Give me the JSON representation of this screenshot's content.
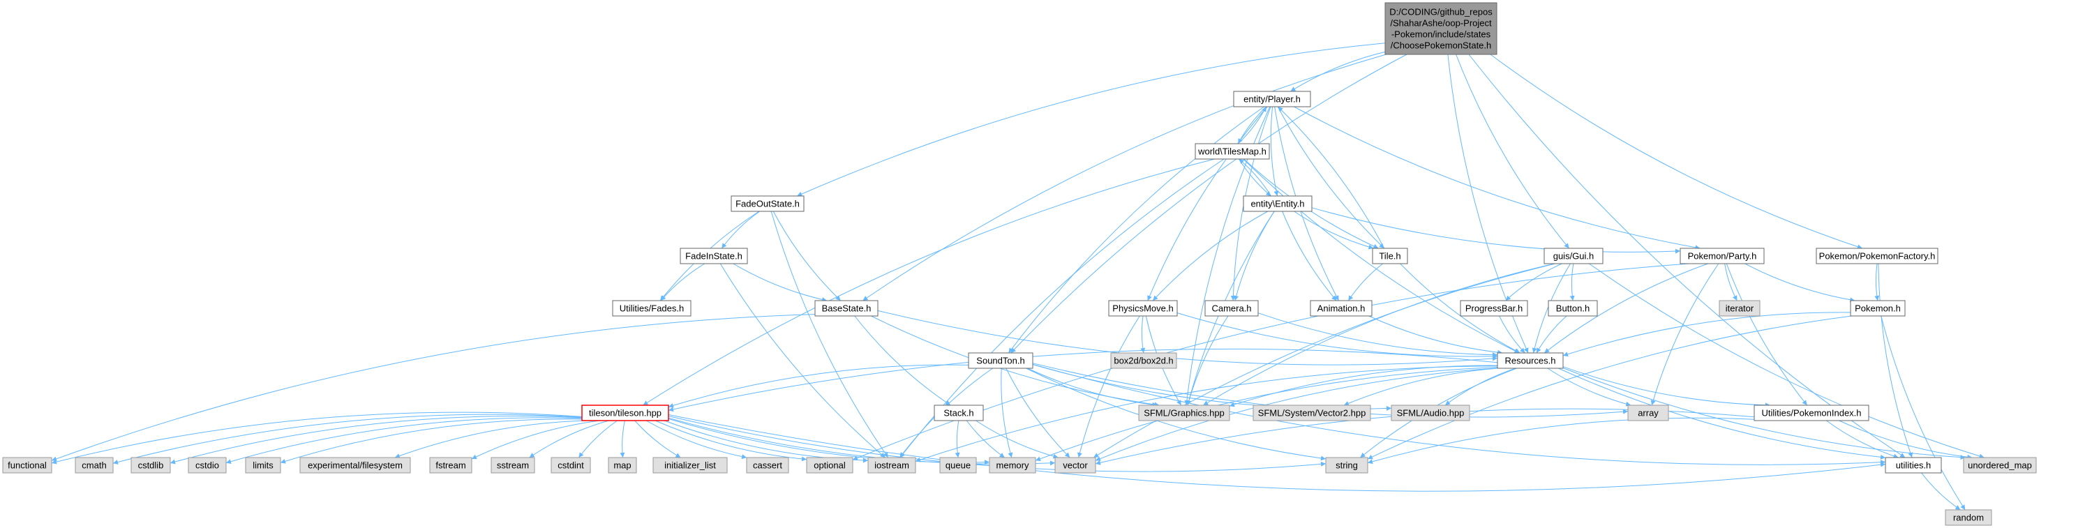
{
  "diagram": {
    "edge_color": "#63b8ff",
    "nodes": [
      {
        "id": "root",
        "lines": [
          "D:/CODING/github_repos",
          "/ShaharAshe/oop-Project",
          "-Pokemon/include/states",
          "/ChoosePokemonState.h"
        ],
        "style": "focus"
      },
      {
        "id": "player",
        "lines": [
          "entity/Player.h"
        ],
        "style": "normal"
      },
      {
        "id": "tilesmap",
        "lines": [
          "world\\TilesMap.h"
        ],
        "style": "normal"
      },
      {
        "id": "entity",
        "lines": [
          "entity\\Entity.h"
        ],
        "style": "normal"
      },
      {
        "id": "fadeout",
        "lines": [
          "FadeOutState.h"
        ],
        "style": "normal"
      },
      {
        "id": "fadein",
        "lines": [
          "FadeInState.h"
        ],
        "style": "normal"
      },
      {
        "id": "fades",
        "lines": [
          "Utilities/Fades.h"
        ],
        "style": "normal"
      },
      {
        "id": "basestate",
        "lines": [
          "BaseState.h"
        ],
        "style": "normal"
      },
      {
        "id": "physics",
        "lines": [
          "PhysicsMove.h"
        ],
        "style": "normal"
      },
      {
        "id": "camera",
        "lines": [
          "Camera.h"
        ],
        "style": "normal"
      },
      {
        "id": "tile",
        "lines": [
          "Tile.h"
        ],
        "style": "normal"
      },
      {
        "id": "animation",
        "lines": [
          "Animation.h"
        ],
        "style": "normal"
      },
      {
        "id": "gui",
        "lines": [
          "guis/Gui.h"
        ],
        "style": "normal"
      },
      {
        "id": "progressbar",
        "lines": [
          "ProgressBar.h"
        ],
        "style": "normal"
      },
      {
        "id": "button",
        "lines": [
          "Button.h"
        ],
        "style": "normal"
      },
      {
        "id": "party",
        "lines": [
          "Pokemon/Party.h"
        ],
        "style": "normal"
      },
      {
        "id": "factory",
        "lines": [
          "Pokemon/PokemonFactory.h"
        ],
        "style": "normal"
      },
      {
        "id": "pokemon",
        "lines": [
          "Pokemon.h"
        ],
        "style": "normal"
      },
      {
        "id": "iterator",
        "lines": [
          "iterator"
        ],
        "style": "system"
      },
      {
        "id": "box2d",
        "lines": [
          "box2d/box2d.h"
        ],
        "style": "system"
      },
      {
        "id": "soundton",
        "lines": [
          "SoundTon.h"
        ],
        "style": "normal"
      },
      {
        "id": "resources",
        "lines": [
          "Resources.h"
        ],
        "style": "normal"
      },
      {
        "id": "tileson",
        "lines": [
          "tileson/tileson.hpp"
        ],
        "style": "error"
      },
      {
        "id": "stack",
        "lines": [
          "Stack.h"
        ],
        "style": "normal"
      },
      {
        "id": "sfgraphics",
        "lines": [
          "SFML/Graphics.hpp"
        ],
        "style": "system"
      },
      {
        "id": "sfvector",
        "lines": [
          "SFML/System/Vector2.hpp"
        ],
        "style": "system"
      },
      {
        "id": "sfaudio",
        "lines": [
          "SFML/Audio.hpp"
        ],
        "style": "system"
      },
      {
        "id": "array",
        "lines": [
          "array"
        ],
        "style": "system"
      },
      {
        "id": "pokeindex",
        "lines": [
          "Utilities/PokemonIndex.h"
        ],
        "style": "normal"
      },
      {
        "id": "utilities",
        "lines": [
          "utilities.h"
        ],
        "style": "normal"
      },
      {
        "id": "unordered_map",
        "lines": [
          "unordered_map"
        ],
        "style": "system"
      },
      {
        "id": "random",
        "lines": [
          "random"
        ],
        "style": "system"
      },
      {
        "id": "functional",
        "lines": [
          "functional"
        ],
        "style": "system"
      },
      {
        "id": "cmath",
        "lines": [
          "cmath"
        ],
        "style": "system"
      },
      {
        "id": "cstdlib",
        "lines": [
          "cstdlib"
        ],
        "style": "system"
      },
      {
        "id": "cstdio",
        "lines": [
          "cstdio"
        ],
        "style": "system"
      },
      {
        "id": "limits",
        "lines": [
          "limits"
        ],
        "style": "system"
      },
      {
        "id": "expfs",
        "lines": [
          "experimental/filesystem"
        ],
        "style": "system"
      },
      {
        "id": "fstream",
        "lines": [
          "fstream"
        ],
        "style": "system"
      },
      {
        "id": "sstream",
        "lines": [
          "sstream"
        ],
        "style": "system"
      },
      {
        "id": "cstdint",
        "lines": [
          "cstdint"
        ],
        "style": "system"
      },
      {
        "id": "map",
        "lines": [
          "map"
        ],
        "style": "system"
      },
      {
        "id": "initlist",
        "lines": [
          "initializer_list"
        ],
        "style": "system"
      },
      {
        "id": "cassert",
        "lines": [
          "cassert"
        ],
        "style": "system"
      },
      {
        "id": "optional",
        "lines": [
          "optional"
        ],
        "style": "system"
      },
      {
        "id": "iostream",
        "lines": [
          "iostream"
        ],
        "style": "system"
      },
      {
        "id": "queue",
        "lines": [
          "queue"
        ],
        "style": "system"
      },
      {
        "id": "memory",
        "lines": [
          "memory"
        ],
        "style": "system"
      },
      {
        "id": "vector",
        "lines": [
          "vector"
        ],
        "style": "system"
      },
      {
        "id": "string",
        "lines": [
          "string"
        ],
        "style": "system"
      }
    ],
    "edges": [
      [
        "root",
        "player"
      ],
      [
        "root",
        "fadeout"
      ],
      [
        "root",
        "basestate"
      ],
      [
        "root",
        "soundton"
      ],
      [
        "root",
        "gui"
      ],
      [
        "root",
        "factory"
      ],
      [
        "root",
        "resources"
      ],
      [
        "root",
        "utilities"
      ],
      [
        "player",
        "tilesmap"
      ],
      [
        "player",
        "entity"
      ],
      [
        "player",
        "physics"
      ],
      [
        "player",
        "camera"
      ],
      [
        "player",
        "tile"
      ],
      [
        "player",
        "animation"
      ],
      [
        "player",
        "party"
      ],
      [
        "player",
        "soundton"
      ],
      [
        "player",
        "sfgraphics"
      ],
      [
        "tilesmap",
        "player"
      ],
      [
        "tilesmap",
        "entity"
      ],
      [
        "tilesmap",
        "tile"
      ],
      [
        "tilesmap",
        "tileson"
      ],
      [
        "tilesmap",
        "iostream"
      ],
      [
        "tilesmap",
        "resources"
      ],
      [
        "entity",
        "tilesmap"
      ],
      [
        "entity",
        "tile"
      ],
      [
        "entity",
        "physics"
      ],
      [
        "entity",
        "camera"
      ],
      [
        "entity",
        "animation"
      ],
      [
        "entity",
        "party"
      ],
      [
        "entity",
        "sfgraphics"
      ],
      [
        "tile",
        "player"
      ],
      [
        "tile",
        "animation"
      ],
      [
        "tile",
        "resources"
      ],
      [
        "fadeout",
        "fadein"
      ],
      [
        "fadeout",
        "fades"
      ],
      [
        "fadeout",
        "basestate"
      ],
      [
        "fadeout",
        "iostream"
      ],
      [
        "fadein",
        "fades"
      ],
      [
        "fadein",
        "basestate"
      ],
      [
        "fadein",
        "iostream"
      ],
      [
        "basestate",
        "stack"
      ],
      [
        "basestate",
        "resources"
      ],
      [
        "basestate",
        "functional"
      ],
      [
        "basestate",
        "sfgraphics"
      ],
      [
        "physics",
        "box2d"
      ],
      [
        "physics",
        "sfgraphics"
      ],
      [
        "physics",
        "resources"
      ],
      [
        "physics",
        "vector"
      ],
      [
        "camera",
        "sfgraphics"
      ],
      [
        "camera",
        "resources"
      ],
      [
        "animation",
        "resources"
      ],
      [
        "gui",
        "progressbar"
      ],
      [
        "gui",
        "button"
      ],
      [
        "gui",
        "resources"
      ],
      [
        "gui",
        "sfgraphics"
      ],
      [
        "gui",
        "vector"
      ],
      [
        "gui",
        "unordered_map"
      ],
      [
        "progressbar",
        "resources"
      ],
      [
        "button",
        "resources"
      ],
      [
        "party",
        "iterator"
      ],
      [
        "party",
        "pokemon"
      ],
      [
        "party",
        "resources"
      ],
      [
        "party",
        "array"
      ],
      [
        "party",
        "pokeindex"
      ],
      [
        "party",
        "optional"
      ],
      [
        "factory",
        "pokemon"
      ],
      [
        "factory",
        "utilities"
      ],
      [
        "pokemon",
        "resources"
      ],
      [
        "pokemon",
        "random"
      ],
      [
        "pokemon",
        "string"
      ],
      [
        "soundton",
        "tileson"
      ],
      [
        "soundton",
        "sfgraphics"
      ],
      [
        "soundton",
        "sfaudio"
      ],
      [
        "soundton",
        "array"
      ],
      [
        "soundton",
        "memory"
      ],
      [
        "soundton",
        "vector"
      ],
      [
        "soundton",
        "string"
      ],
      [
        "soundton",
        "iostream"
      ],
      [
        "soundton",
        "utilities"
      ],
      [
        "resources",
        "tileson"
      ],
      [
        "resources",
        "sfgraphics"
      ],
      [
        "resources",
        "sfvector"
      ],
      [
        "resources",
        "sfaudio"
      ],
      [
        "resources",
        "array"
      ],
      [
        "resources",
        "pokeindex"
      ],
      [
        "resources",
        "utilities"
      ],
      [
        "resources",
        "unordered_map"
      ],
      [
        "resources",
        "iostream"
      ],
      [
        "resources",
        "memory"
      ],
      [
        "resources",
        "vector"
      ],
      [
        "resources",
        "string"
      ],
      [
        "pokeindex",
        "utilities"
      ],
      [
        "pokeindex",
        "unordered_map"
      ],
      [
        "pokeindex",
        "vector"
      ],
      [
        "pokeindex",
        "string"
      ],
      [
        "utilities",
        "random"
      ],
      [
        "stack",
        "queue"
      ],
      [
        "stack",
        "memory"
      ],
      [
        "stack",
        "vector"
      ],
      [
        "tileson",
        "functional"
      ],
      [
        "tileson",
        "cmath"
      ],
      [
        "tileson",
        "cstdlib"
      ],
      [
        "tileson",
        "cstdio"
      ],
      [
        "tileson",
        "limits"
      ],
      [
        "tileson",
        "expfs"
      ],
      [
        "tileson",
        "fstream"
      ],
      [
        "tileson",
        "sstream"
      ],
      [
        "tileson",
        "cstdint"
      ],
      [
        "tileson",
        "map"
      ],
      [
        "tileson",
        "initlist"
      ],
      [
        "tileson",
        "cassert"
      ],
      [
        "tileson",
        "optional"
      ],
      [
        "tileson",
        "iostream"
      ],
      [
        "tileson",
        "memory"
      ],
      [
        "tileson",
        "vector"
      ],
      [
        "tileson",
        "string"
      ],
      [
        "tileson",
        "utilities"
      ]
    ]
  }
}
